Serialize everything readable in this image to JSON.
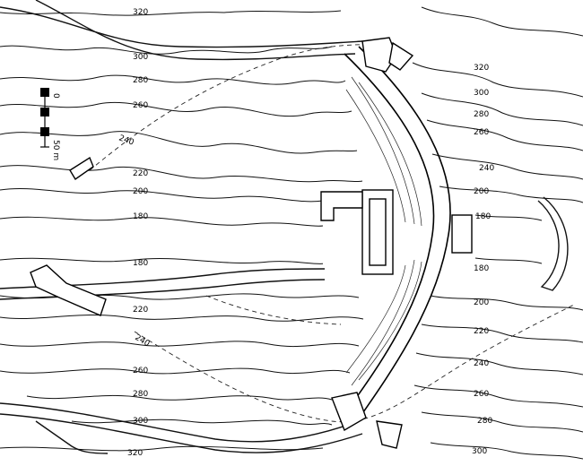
{
  "scale": {
    "zero": "0",
    "distance": "50 m"
  },
  "contours": [
    {
      "value": "320"
    },
    {
      "value": "300"
    },
    {
      "value": "280"
    },
    {
      "value": "260"
    },
    {
      "value": "240"
    },
    {
      "value": "220"
    },
    {
      "value": "200"
    },
    {
      "value": "180"
    }
  ],
  "labels": {
    "left": [
      "320",
      "300",
      "280",
      "260",
      "240",
      "220",
      "200",
      "180",
      "180",
      "220",
      "240",
      "260",
      "280",
      "300",
      "320"
    ],
    "right": [
      "320",
      "300",
      "280",
      "260",
      "240",
      "200",
      "180",
      "180",
      "200",
      "220",
      "240",
      "260",
      "280",
      "300"
    ]
  }
}
